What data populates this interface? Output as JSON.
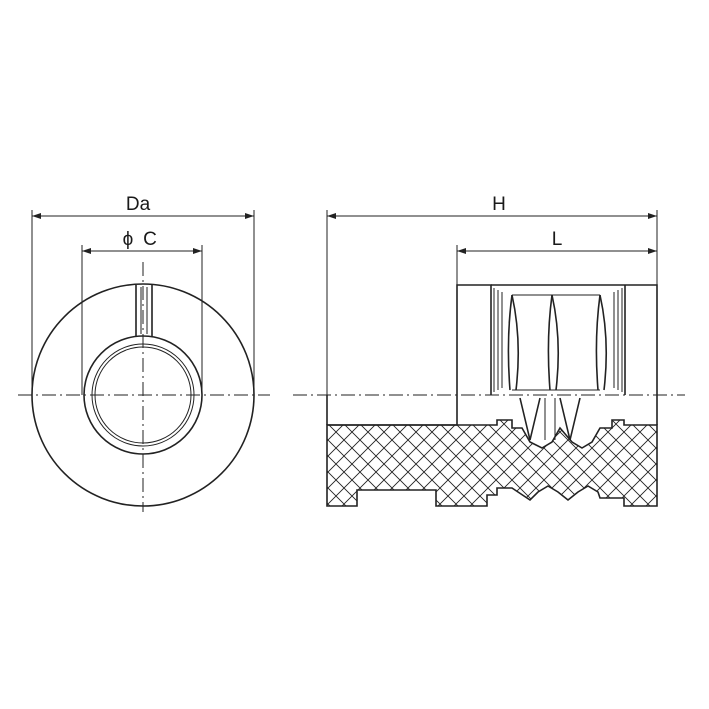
{
  "labels": {
    "outer_diameter": "Da",
    "inner_diameter_symbol": "ϕ",
    "inner_diameter": "C",
    "total_length": "H",
    "thread_length": "L"
  },
  "colors": {
    "line": "#222222",
    "hatch": "#222222",
    "background": "#ffffff"
  }
}
